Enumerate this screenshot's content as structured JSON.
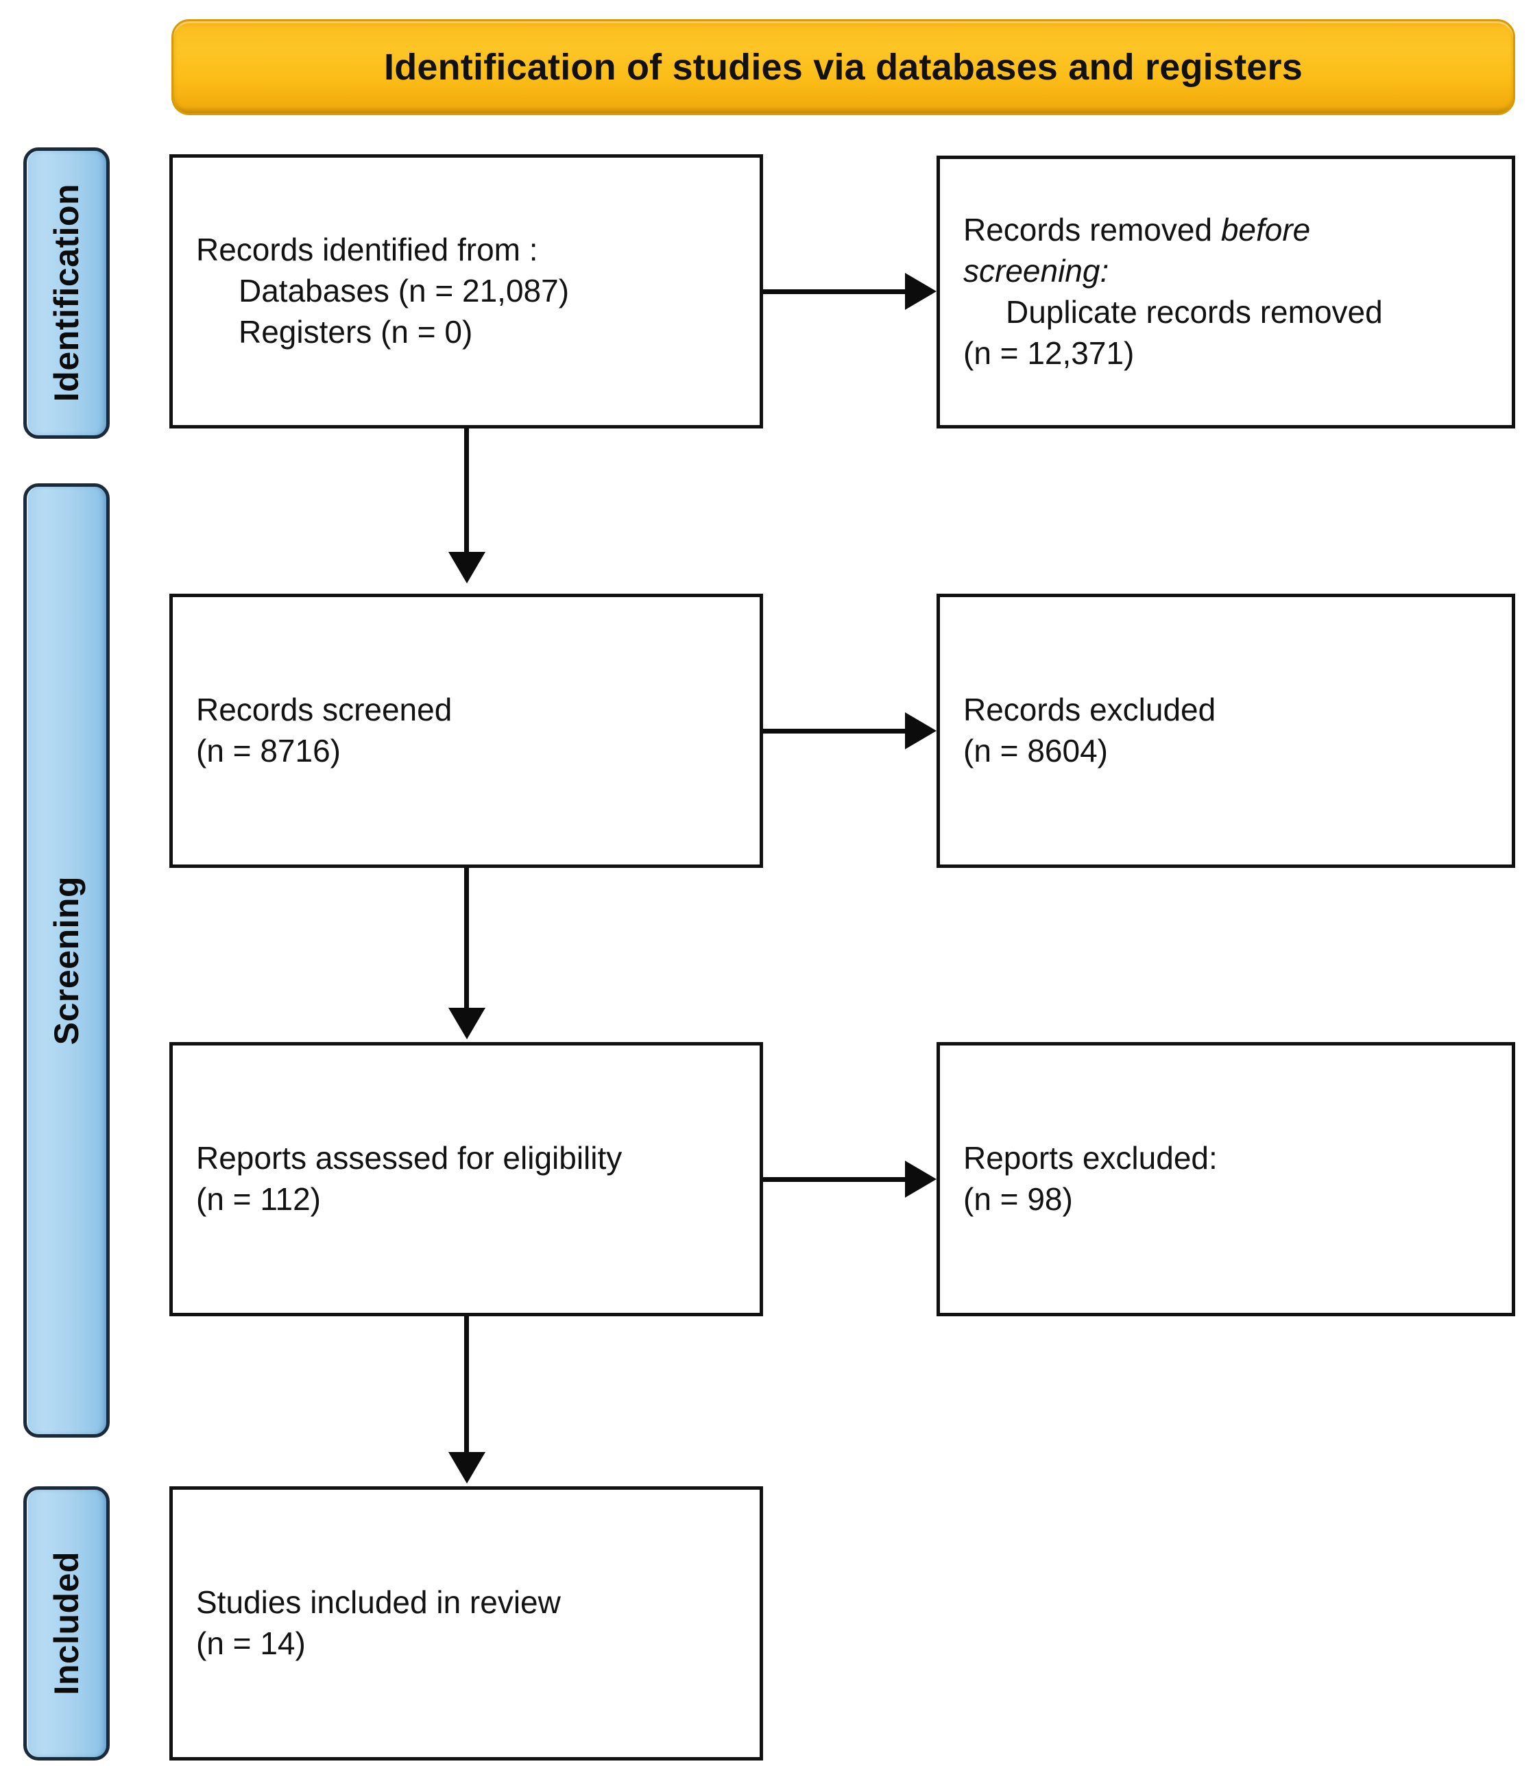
{
  "header": {
    "title": "Identification of studies via databases and registers",
    "background_color": "#fcbe1f",
    "border_color": "#d79a09"
  },
  "stages": [
    {
      "key": "identification",
      "label": "Identification"
    },
    {
      "key": "screening",
      "label": "Screening"
    },
    {
      "key": "included",
      "label": "Included"
    }
  ],
  "stage_bar_color": "#a9d2ef",
  "boxes": {
    "identified": {
      "lines": [
        "Records identified from :",
        "Databases (n = 21,087)",
        "Registers (n = 0)"
      ]
    },
    "removed_before_screening": {
      "lines": [
        "Records removed before",
        "screening:",
        "Duplicate records removed",
        "(n = 12,371)"
      ],
      "italic_phrase": "before screening:"
    },
    "records_screened": {
      "lines": [
        "Records screened",
        "(n = 8716)"
      ]
    },
    "records_excluded": {
      "lines": [
        "Records excluded",
        "(n = 8604)"
      ]
    },
    "reports_assessed": {
      "lines": [
        "Reports assessed for eligibility",
        "(n = 112)"
      ]
    },
    "reports_excluded": {
      "lines": [
        "Reports excluded:",
        "(n = 98)"
      ]
    },
    "studies_included": {
      "lines": [
        "Studies included in review",
        "(n = 14)"
      ]
    }
  },
  "chart_data": {
    "type": "diagram",
    "title": "Identification of studies via databases and registers",
    "diagram_kind": "PRISMA 2020 flow diagram",
    "stages": [
      "Identification",
      "Screening",
      "Included"
    ],
    "nodes": [
      {
        "id": "identified",
        "stage": "Identification",
        "label": "Records identified from :",
        "counts": {
          "Databases": 21087,
          "Registers": 0
        }
      },
      {
        "id": "removed_before",
        "stage": "Identification",
        "label": "Records removed before screening:",
        "counts": {
          "Duplicate records removed": 12371
        }
      },
      {
        "id": "screened",
        "stage": "Screening",
        "label": "Records screened",
        "counts": {
          "n": 8716
        }
      },
      {
        "id": "rec_excluded",
        "stage": "Screening",
        "label": "Records excluded",
        "counts": {
          "n": 8604
        }
      },
      {
        "id": "assessed",
        "stage": "Screening",
        "label": "Reports assessed for eligibility",
        "counts": {
          "n": 112
        }
      },
      {
        "id": "rep_excluded",
        "stage": "Screening",
        "label": "Reports excluded:",
        "counts": {
          "n": 98
        }
      },
      {
        "id": "included",
        "stage": "Included",
        "label": "Studies included in review",
        "counts": {
          "n": 14
        }
      }
    ],
    "edges": [
      {
        "from": "identified",
        "to": "removed_before",
        "direction": "right"
      },
      {
        "from": "identified",
        "to": "screened",
        "direction": "down"
      },
      {
        "from": "screened",
        "to": "rec_excluded",
        "direction": "right"
      },
      {
        "from": "screened",
        "to": "assessed",
        "direction": "down"
      },
      {
        "from": "assessed",
        "to": "rep_excluded",
        "direction": "right"
      },
      {
        "from": "assessed",
        "to": "included",
        "direction": "down"
      }
    ]
  }
}
